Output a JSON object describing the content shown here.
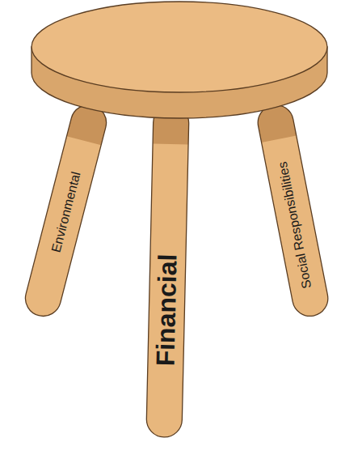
{
  "diagram": {
    "nodes": [
      {
        "text": [
          "Environmental"
        ]
      },
      {
        "text": [
          "Financial"
        ]
      },
      {
        "text": [
          "Social Responsibilities"
        ]
      }
    ]
  }
}
